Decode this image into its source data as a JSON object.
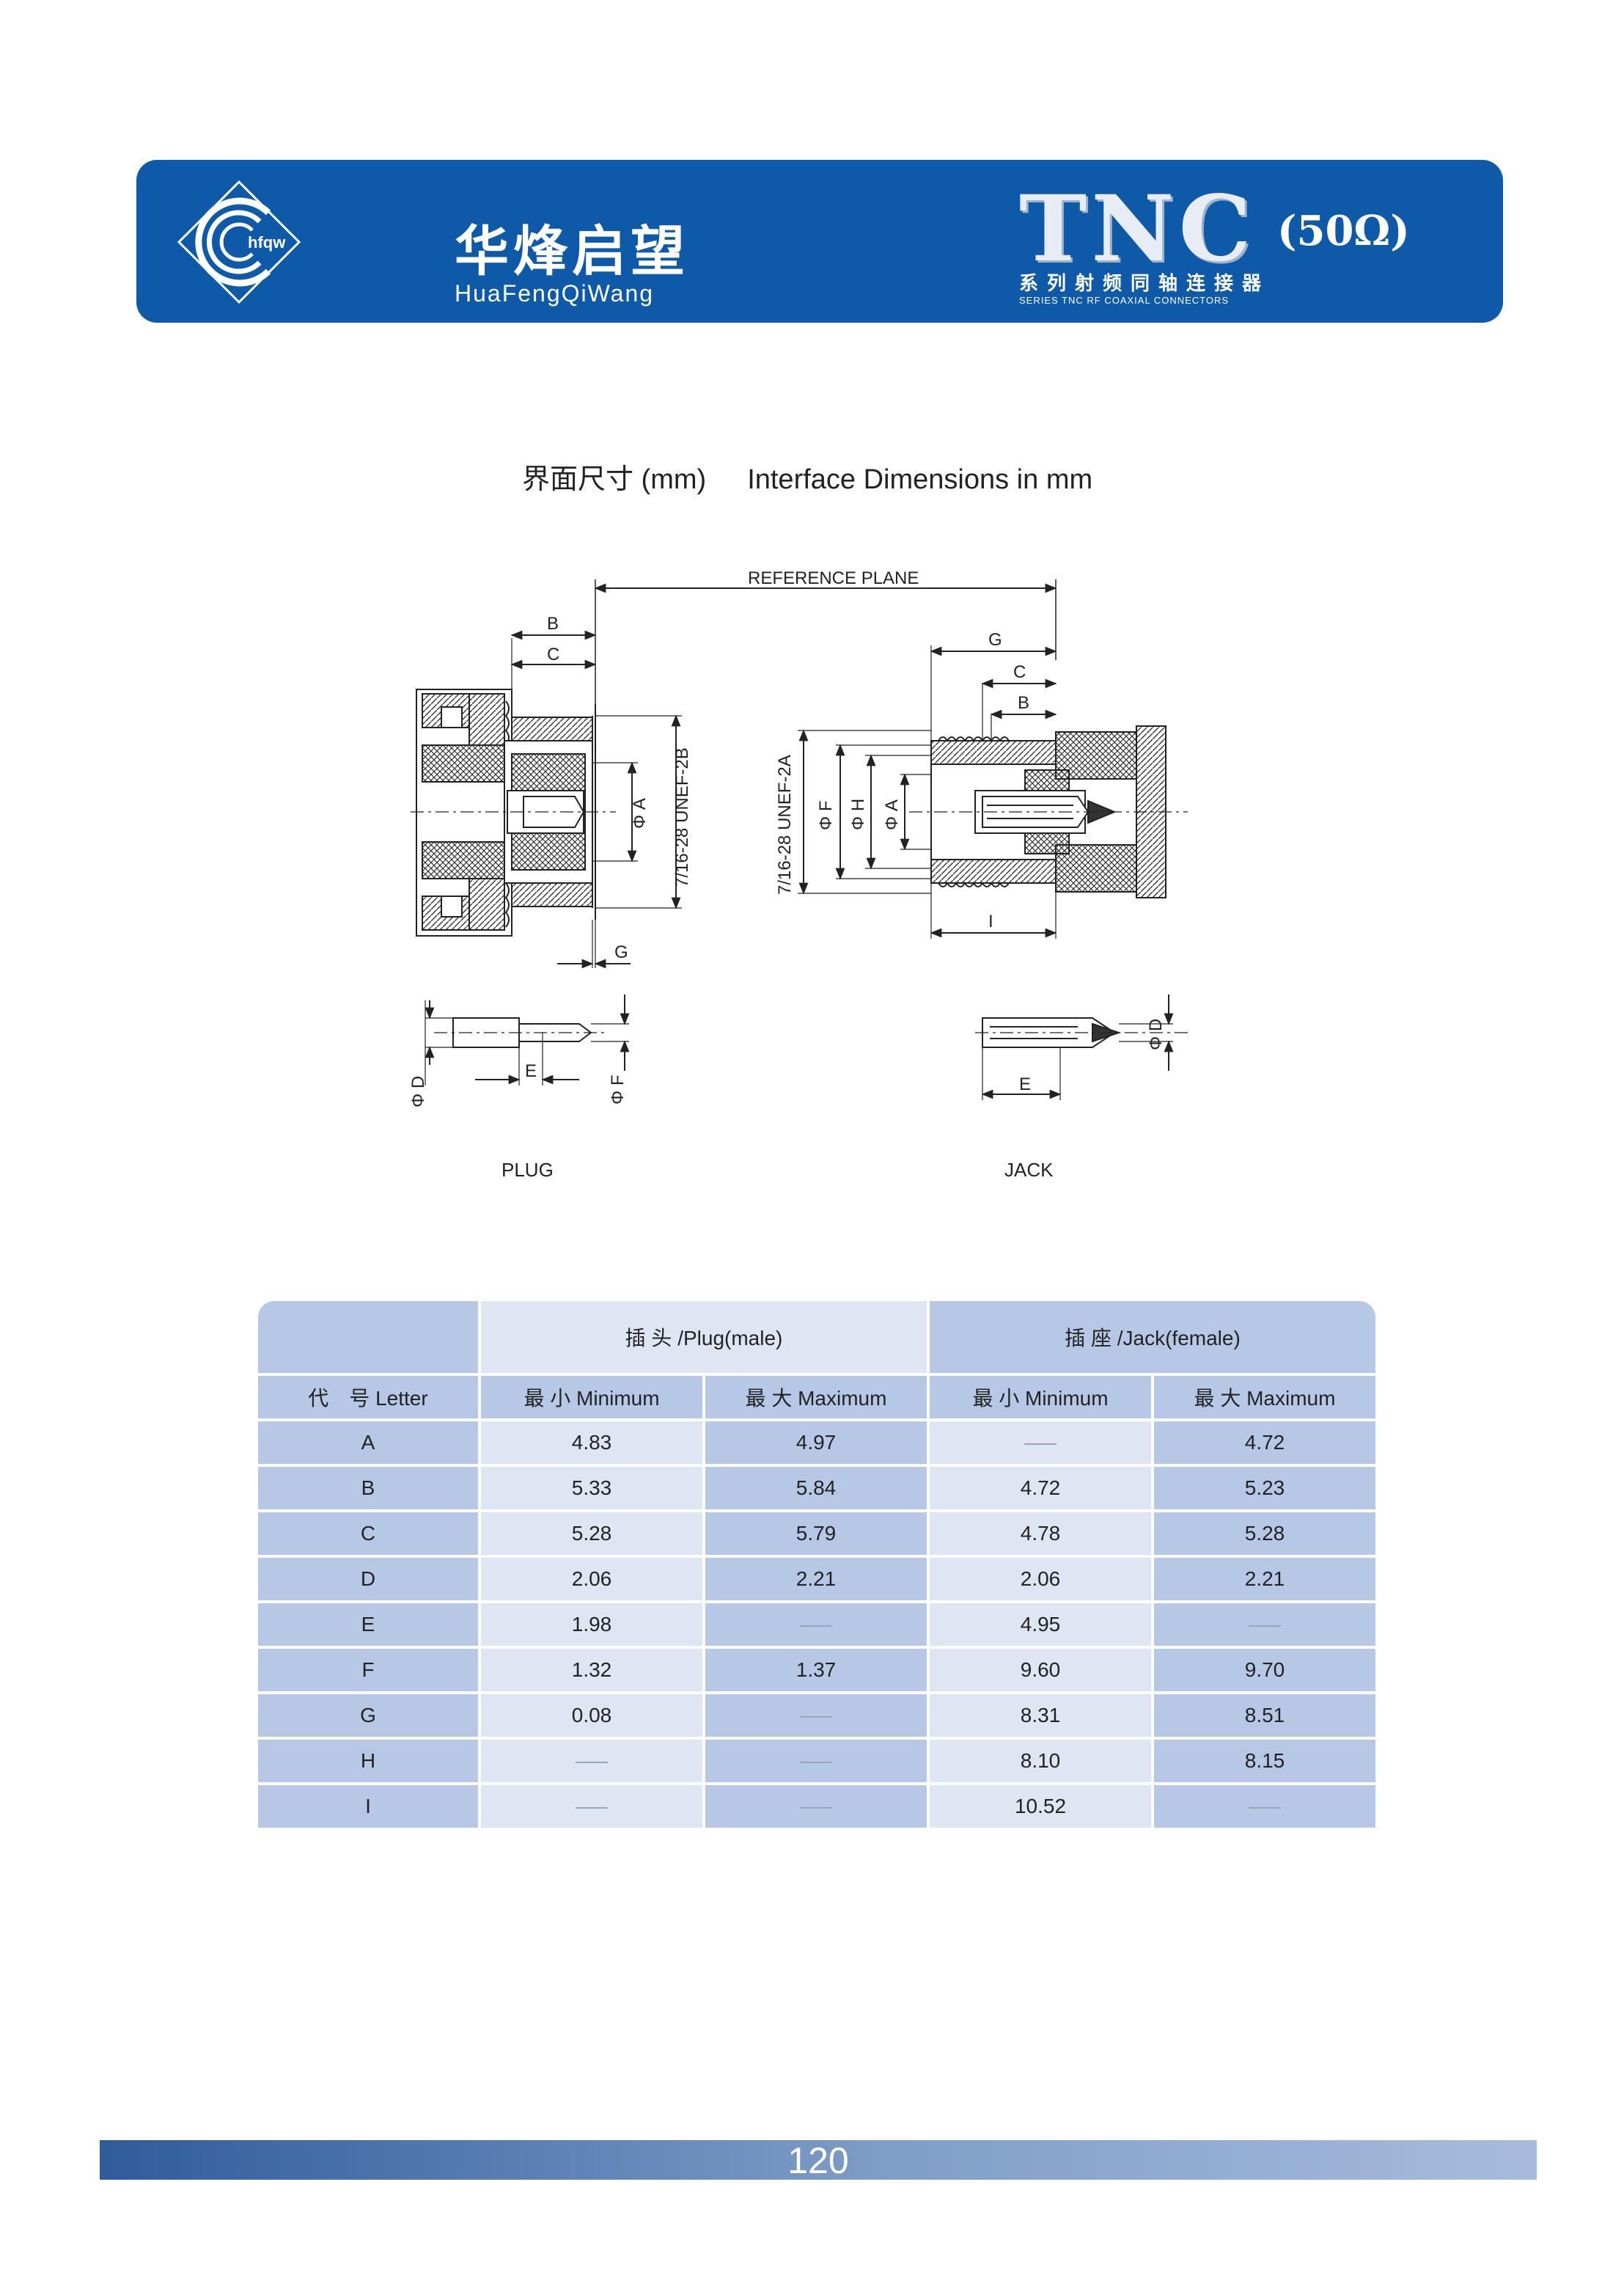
{
  "header": {
    "logo_text": "hfqw",
    "brand_cn": "华烽启望",
    "brand_en": "HuaFengQiWang",
    "product": "TNC",
    "impedance": "(50Ω)",
    "series_cn": "系列射频同轴连接器",
    "series_en": "SERIES TNC RF COAXIAL CONNECTORS",
    "colors": {
      "banner": "#0e5aa8",
      "table_header": "#b7c8e6",
      "table_light": "#dfe6f3"
    }
  },
  "section_title": {
    "cn": "界面尺寸 (mm)",
    "en": "Interface Dimensions in mm"
  },
  "drawing": {
    "reference_plane": "REFERENCE PLANE",
    "plug_thread": "7/16-28 UNEF-2B",
    "jack_thread": "7/16-28 UNEF-2A",
    "letters": {
      "a": "A",
      "b": "B",
      "c": "C",
      "d": "D",
      "e": "E",
      "f": "F",
      "g": "G",
      "h": "H",
      "i": "I"
    },
    "dia_a": "Φ A",
    "dia_d": "Φ D",
    "dia_f": "Φ F",
    "dia_h": "Φ H",
    "plug_caption": "PLUG",
    "jack_caption": "JACK"
  },
  "table": {
    "plug_header": "插 头 /Plug(male)",
    "jack_header": "插 座 /Jack(female)",
    "letter_header": "代　号 Letter",
    "min_header": "最 小 Minimum",
    "max_header": "最 大 Maximum",
    "rows": [
      {
        "letter": "A",
        "plug_min": "4.83",
        "plug_max": "4.97",
        "jack_min": "",
        "jack_max": "4.72"
      },
      {
        "letter": "B",
        "plug_min": "5.33",
        "plug_max": "5.84",
        "jack_min": "4.72",
        "jack_max": "5.23"
      },
      {
        "letter": "C",
        "plug_min": "5.28",
        "plug_max": "5.79",
        "jack_min": "4.78",
        "jack_max": "5.28"
      },
      {
        "letter": "D",
        "plug_min": "2.06",
        "plug_max": "2.21",
        "jack_min": "2.06",
        "jack_max": "2.21"
      },
      {
        "letter": "E",
        "plug_min": "1.98",
        "plug_max": "",
        "jack_min": "4.95",
        "jack_max": ""
      },
      {
        "letter": "F",
        "plug_min": "1.32",
        "plug_max": "1.37",
        "jack_min": "9.60",
        "jack_max": "9.70"
      },
      {
        "letter": "G",
        "plug_min": "0.08",
        "plug_max": "",
        "jack_min": "8.31",
        "jack_max": "8.51"
      },
      {
        "letter": "H",
        "plug_min": "",
        "plug_max": "",
        "jack_min": "8.10",
        "jack_max": "8.15"
      },
      {
        "letter": "I",
        "plug_min": "",
        "plug_max": "",
        "jack_min": "10.52",
        "jack_max": ""
      }
    ]
  },
  "footer": {
    "page_number": "120"
  }
}
